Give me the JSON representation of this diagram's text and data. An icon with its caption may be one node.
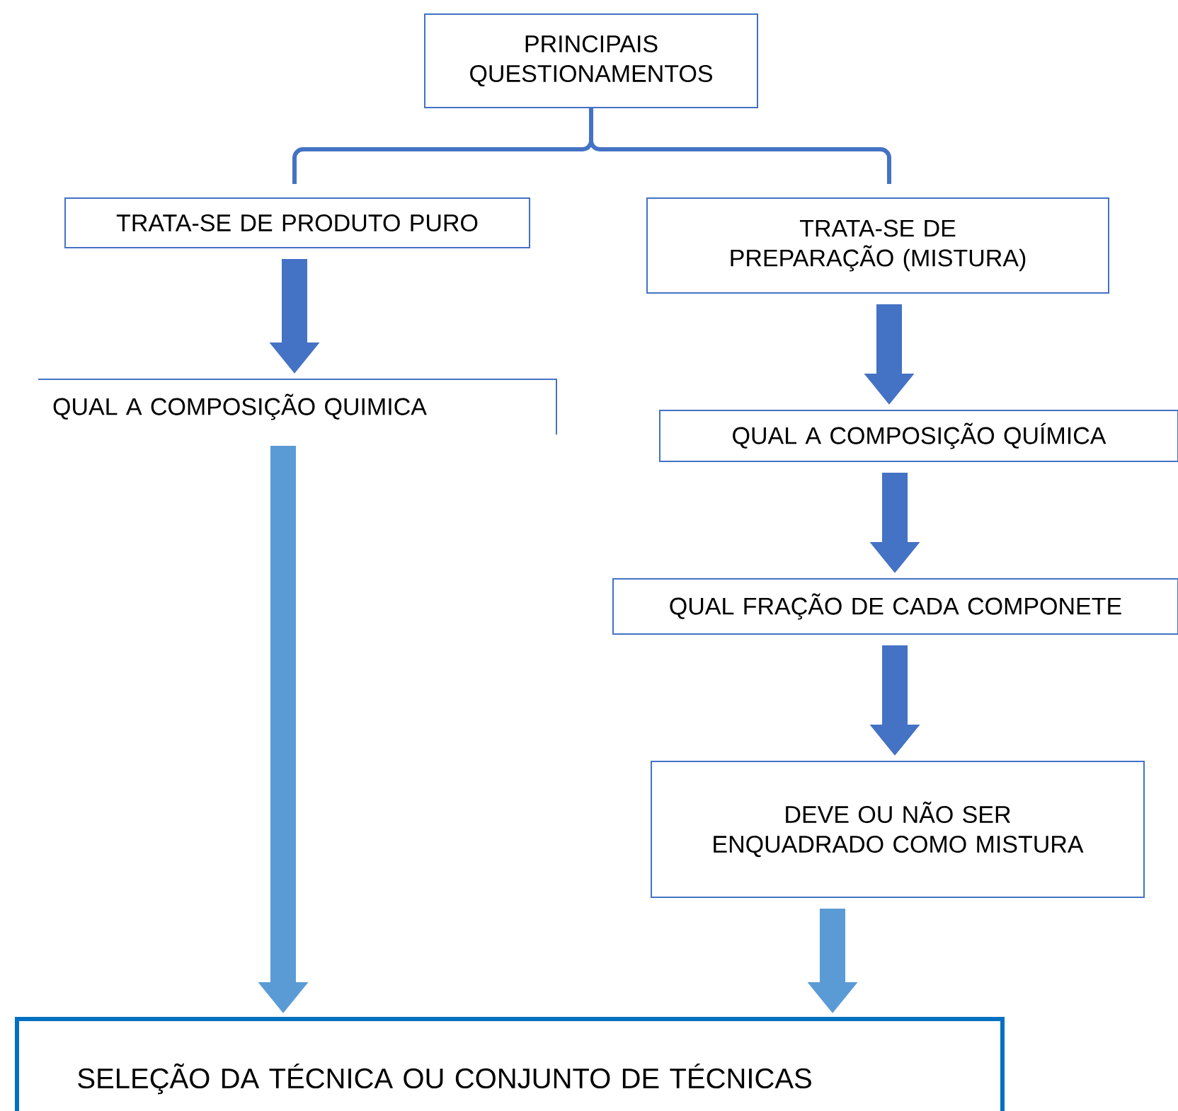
{
  "diagram": {
    "nodes": [
      {
        "text": [
          "PRINCIPAIS QUESTIONAMENTOS"
        ]
      },
      {
        "text": [
          "TRATA-SE DE PRODUTO PURO"
        ]
      },
      {
        "text": [
          "TRATA-SE DE PREPARAÇÃO (MISTURA)"
        ]
      },
      {
        "text": [
          "QUAL A COMPOSIÇÃO QUIMICA"
        ]
      },
      {
        "text": [
          "QUAL A COMPOSIÇÃO QUÍMICA"
        ]
      },
      {
        "text": [
          "QUAL FRAÇÃO DE CADA COMPONETE"
        ]
      },
      {
        "text": [
          "DEVE OU NÃO SER ENQUADRADO COMO MISTURA"
        ]
      },
      {
        "text": [
          "SELEÇÃO DA TÉCNICA OU CONJUNTO DE TÉCNICAS"
        ]
      }
    ],
    "edges": [
      {
        "from": 0,
        "to": 1,
        "arrow": "none"
      },
      {
        "from": 0,
        "to": 2,
        "arrow": "none"
      },
      {
        "from": 1,
        "to": 3,
        "arrow": "to"
      },
      {
        "from": 2,
        "to": 4,
        "arrow": "to"
      },
      {
        "from": 4,
        "to": 5,
        "arrow": "to"
      },
      {
        "from": 5,
        "to": 6,
        "arrow": "to"
      },
      {
        "from": 3,
        "to": 7,
        "arrow": "to",
        "color": "#5b9bd5"
      },
      {
        "from": 6,
        "to": 7,
        "arrow": "to",
        "color": "#5b9bd5"
      }
    ]
  }
}
